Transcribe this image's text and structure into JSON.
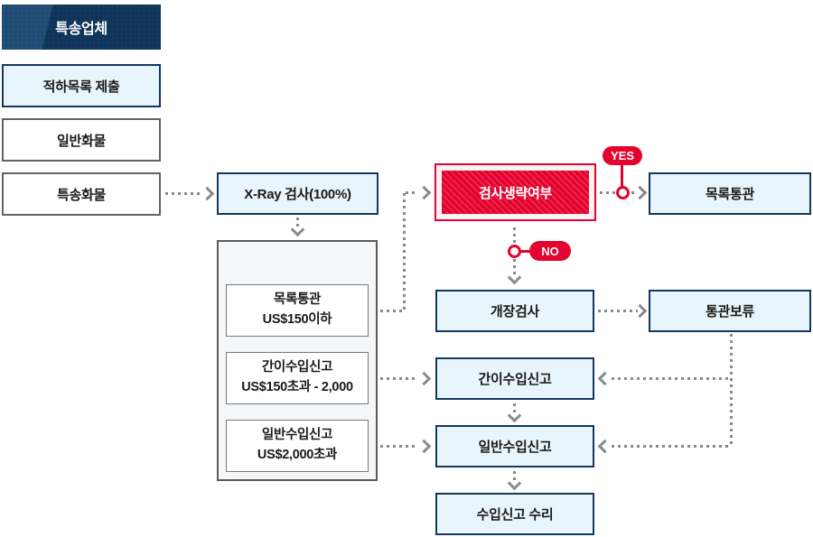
{
  "diagram": {
    "kind": "flowchart",
    "language": "ko",
    "nodes": {
      "carrier": {
        "label": "특송업체"
      },
      "manifest": {
        "label": "적하목록 제출"
      },
      "general_cargo": {
        "label": "일반화물"
      },
      "express_cargo": {
        "label": "특송화물"
      },
      "xray": {
        "label": "X-Ray 검사(100%)"
      },
      "list_small": {
        "label": "목록통관",
        "sublabel": "US$150이하"
      },
      "simple_mid": {
        "label": "간이수입신고",
        "sublabel": "US$150초과 - 2,000"
      },
      "general_large": {
        "label": "일반수입신고",
        "sublabel": "US$2,000초과"
      },
      "skip_check": {
        "label": "검사생략여부"
      },
      "list_clearance": {
        "label": "목록통관"
      },
      "open_inspection": {
        "label": "개장검사"
      },
      "clearance_hold": {
        "label": "통관보류"
      },
      "simple_declaration": {
        "label": "간이수입신고"
      },
      "general_declaration": {
        "label": "일반수입신고"
      },
      "declaration_accepted": {
        "label": "수입신고 수리"
      }
    },
    "badges": {
      "yes": "YES",
      "no": "NO"
    },
    "colors": {
      "accent_red": "#e4032e",
      "navy_border": "#14375f",
      "navy_header": "#0e3459",
      "light_blue_fill": "#e9f5fc",
      "line_gray": "#8a8a8a",
      "panel_gray": "#f5f6f8"
    }
  }
}
